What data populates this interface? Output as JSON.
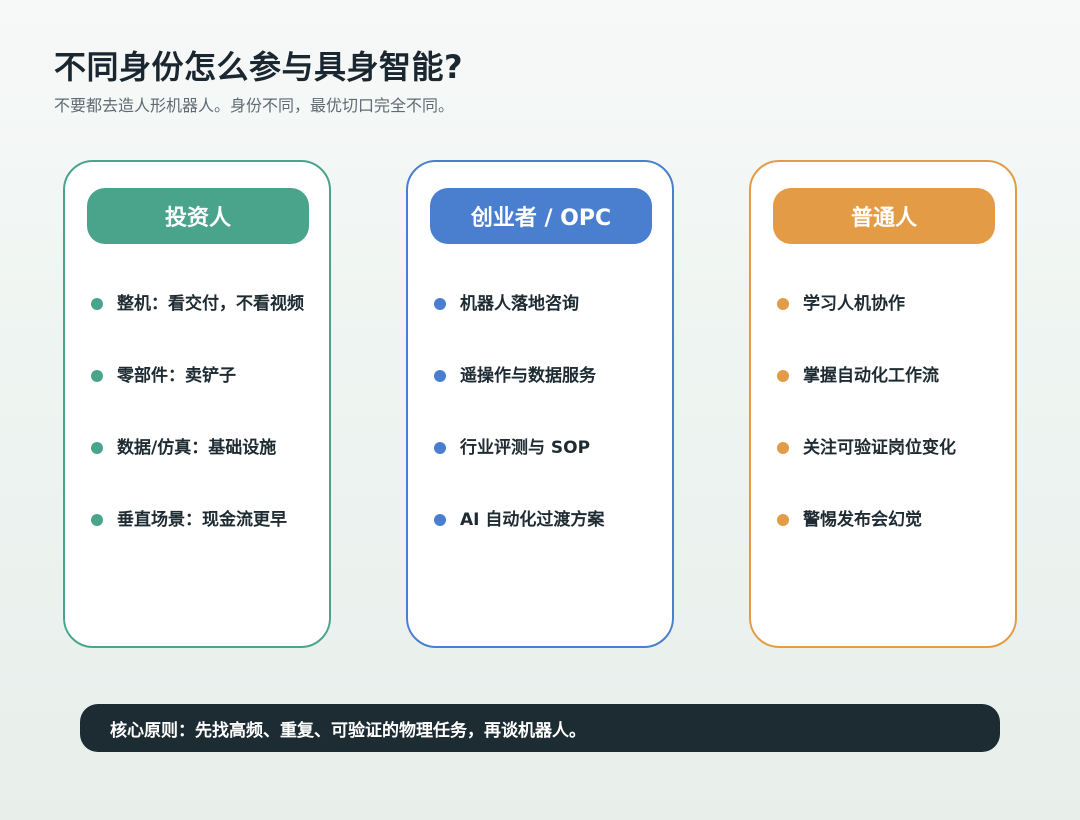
{
  "title": "不同身份怎么参与具身智能?",
  "subtitle": "不要都去造人形机器人。身份不同，最优切口完全不同。",
  "colors": {
    "investor": "#4aa48c",
    "founder": "#4a7fcf",
    "general": "#e39c45",
    "banner": "#1d2b33"
  },
  "cards": [
    {
      "label": "投资人",
      "items": [
        "整机：看交付，不看视频",
        "零部件：卖铲子",
        "数据/仿真：基础设施",
        "垂直场景：现金流更早"
      ]
    },
    {
      "label": "创业者 / OPC",
      "items": [
        "机器人落地咨询",
        "遥操作与数据服务",
        "行业评测与 SOP",
        "AI 自动化过渡方案"
      ]
    },
    {
      "label": "普通人",
      "items": [
        "学习人机协作",
        "掌握自动化工作流",
        "关注可验证岗位变化",
        "警惕发布会幻觉"
      ]
    }
  ],
  "footer": {
    "text": "核心原则：先找高频、重复、可验证的物理任务，再谈机器人。"
  }
}
